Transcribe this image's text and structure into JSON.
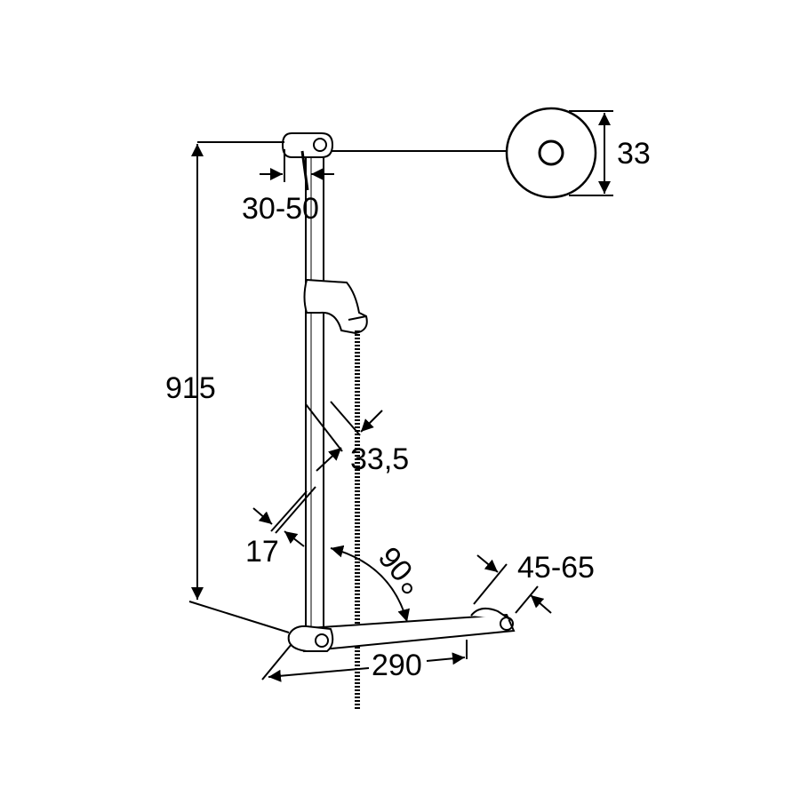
{
  "dimensions": {
    "wall_distance": "30-50",
    "rosette_diameter": "33",
    "total_height": "915",
    "rail_diameter": "33,5",
    "rail_width": "17",
    "angle": "90",
    "bar_depth": "45-65",
    "bar_length": "290"
  },
  "colors": {
    "line": "#000000",
    "background": "#ffffff"
  }
}
